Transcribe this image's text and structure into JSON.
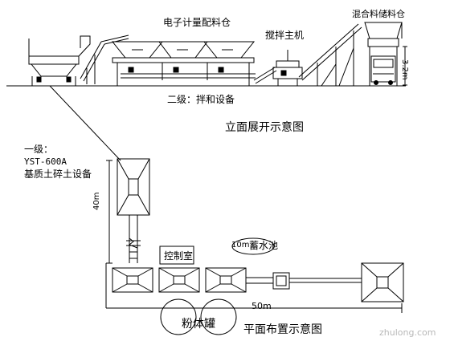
{
  "labels": {
    "electronic_bins": "电子计量配料仓",
    "mix_storage_bin": "混合料储料仓",
    "mixer_main": "搅拌主机",
    "level2_mixing": "二级：拌和设备",
    "elevation_view": "立面展开示意图",
    "level1_title": "一级：",
    "level1_model": "YST-600A",
    "level1_desc": "基质土碎土设备",
    "control_room": "控制室",
    "pool_size": "10m",
    "pool_label": "蓄水池",
    "powder_tanks": "粉体罐",
    "plan_view": "平面布置示意图",
    "dim_height": "3.2m",
    "dim_40m": "40m",
    "dim_50m": "50m"
  },
  "watermark": {
    "text": "zhulong.com"
  }
}
